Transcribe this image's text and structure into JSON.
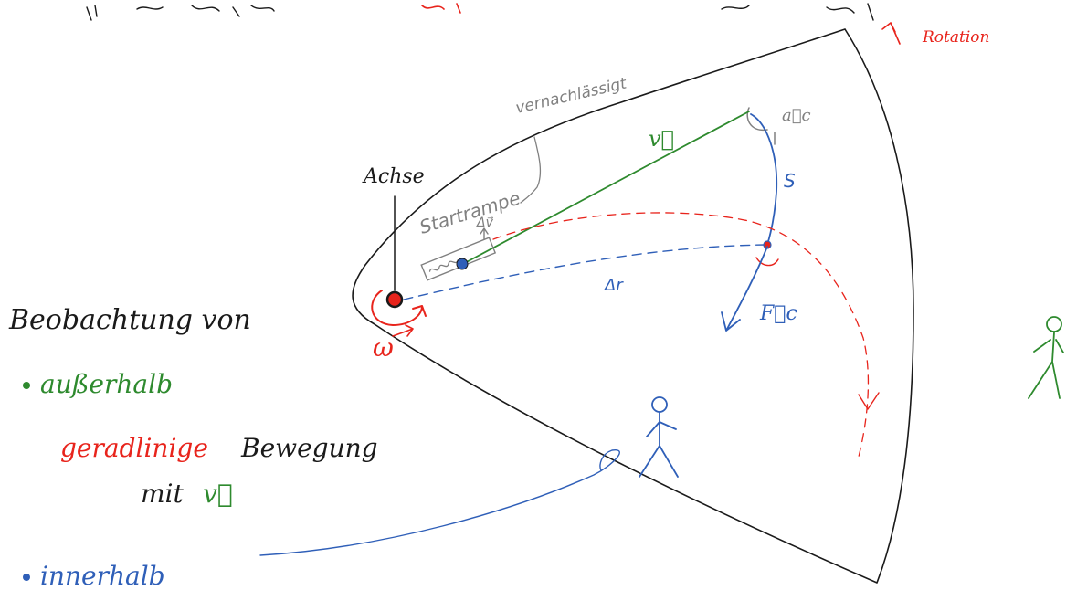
{
  "colors": {
    "black": "#1a1a1a",
    "red": "#e8241c",
    "green": "#2e8a2e",
    "blue": "#2f5fb8",
    "gray": "#808080"
  },
  "labels": {
    "rotation": "Rotation",
    "vernachlaessigt": "vernachlässigt",
    "velocity_top": "v⃗",
    "a_c": "a⃗c",
    "s": "S",
    "achse": "Achse",
    "startrampe": "Startrampe",
    "delta_v": "Δv⃗",
    "delta_r": "Δr",
    "f_c": "F⃗c",
    "omega": "ω",
    "beobachtung": "Beobachtung von",
    "ausserhalb": "außerhalb",
    "geradlinige": "geradlinige",
    "bewegung": "Bewegung",
    "mit": "mit",
    "v_green": "v⃗",
    "innerhalb": "innerhalb"
  }
}
